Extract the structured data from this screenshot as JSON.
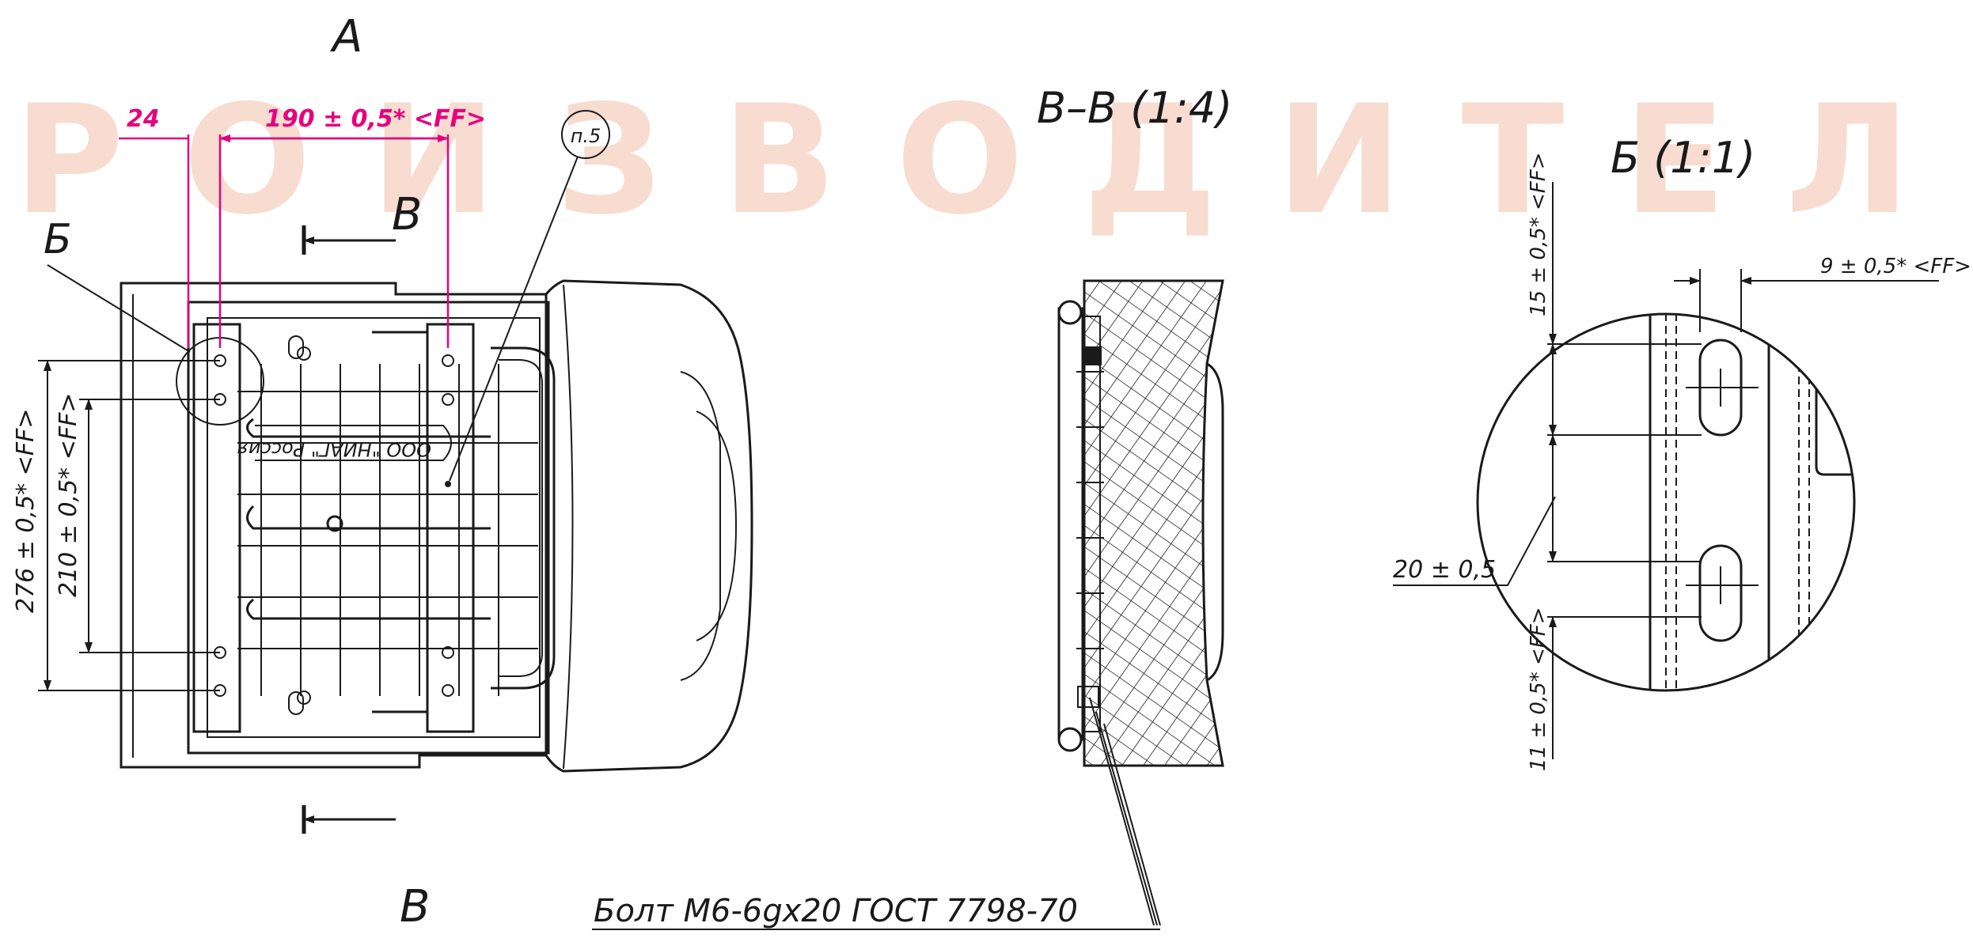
{
  "watermark": {
    "text": "ПРОИЗВОДИТЕЛЬ",
    "color": "#f7dccf"
  },
  "colors": {
    "line": "#1a1a1a",
    "highlight_dimension": "#e6007e"
  },
  "view_labels": {
    "view_a": "А",
    "section_mark_top": "В",
    "section_mark_bottom": "В",
    "detail_mark": "Б",
    "section_title": "В–В (1:4)",
    "detail_title": "Б (1:1)"
  },
  "callout": {
    "item_number": "п.5"
  },
  "dimensions": {
    "top_left": "24",
    "top_span": "190 ± 0,5* <FF>",
    "outer_vertical": "276 ± 0,5* <FF>",
    "inner_vertical": "210 ± 0,5* <FF>",
    "detail_top": "15 ± 0,5* <FF>",
    "detail_width": "9 ± 0,5* <FF>",
    "detail_pitch": "20 ± 0,5",
    "detail_bottom": "11 ± 0,5* <FF>"
  },
  "product_mark": "ООО \"НИАГ\" Россия",
  "note": "Болт М6-6gx20 ГОСТ 7798-70"
}
